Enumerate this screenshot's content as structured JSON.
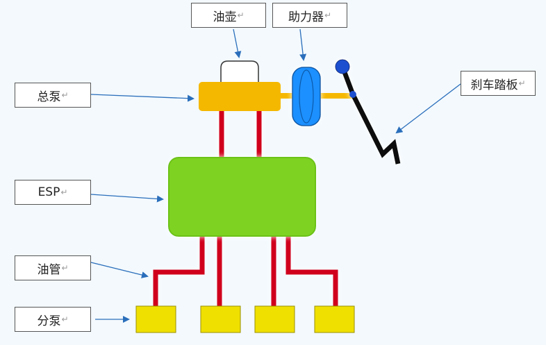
{
  "labels": {
    "oil_pot": "油壶",
    "booster": "助力器",
    "master_pump": "总泵",
    "brake_pedal": "刹车踏板",
    "esp": "ESP",
    "oil_pipe": "油管",
    "sub_pump": "分泵",
    "return_mark": "↵"
  },
  "colors": {
    "background": "#f3f9fd",
    "master_pump": "#f5b800",
    "esp": "#7ed321",
    "booster": "#1e90ff",
    "pipe": "#d0021b",
    "sub_pump": "#f0e000",
    "arrow": "#2a6ebb",
    "pedal": "#111111",
    "pedal_knob": "#1e50d0"
  }
}
